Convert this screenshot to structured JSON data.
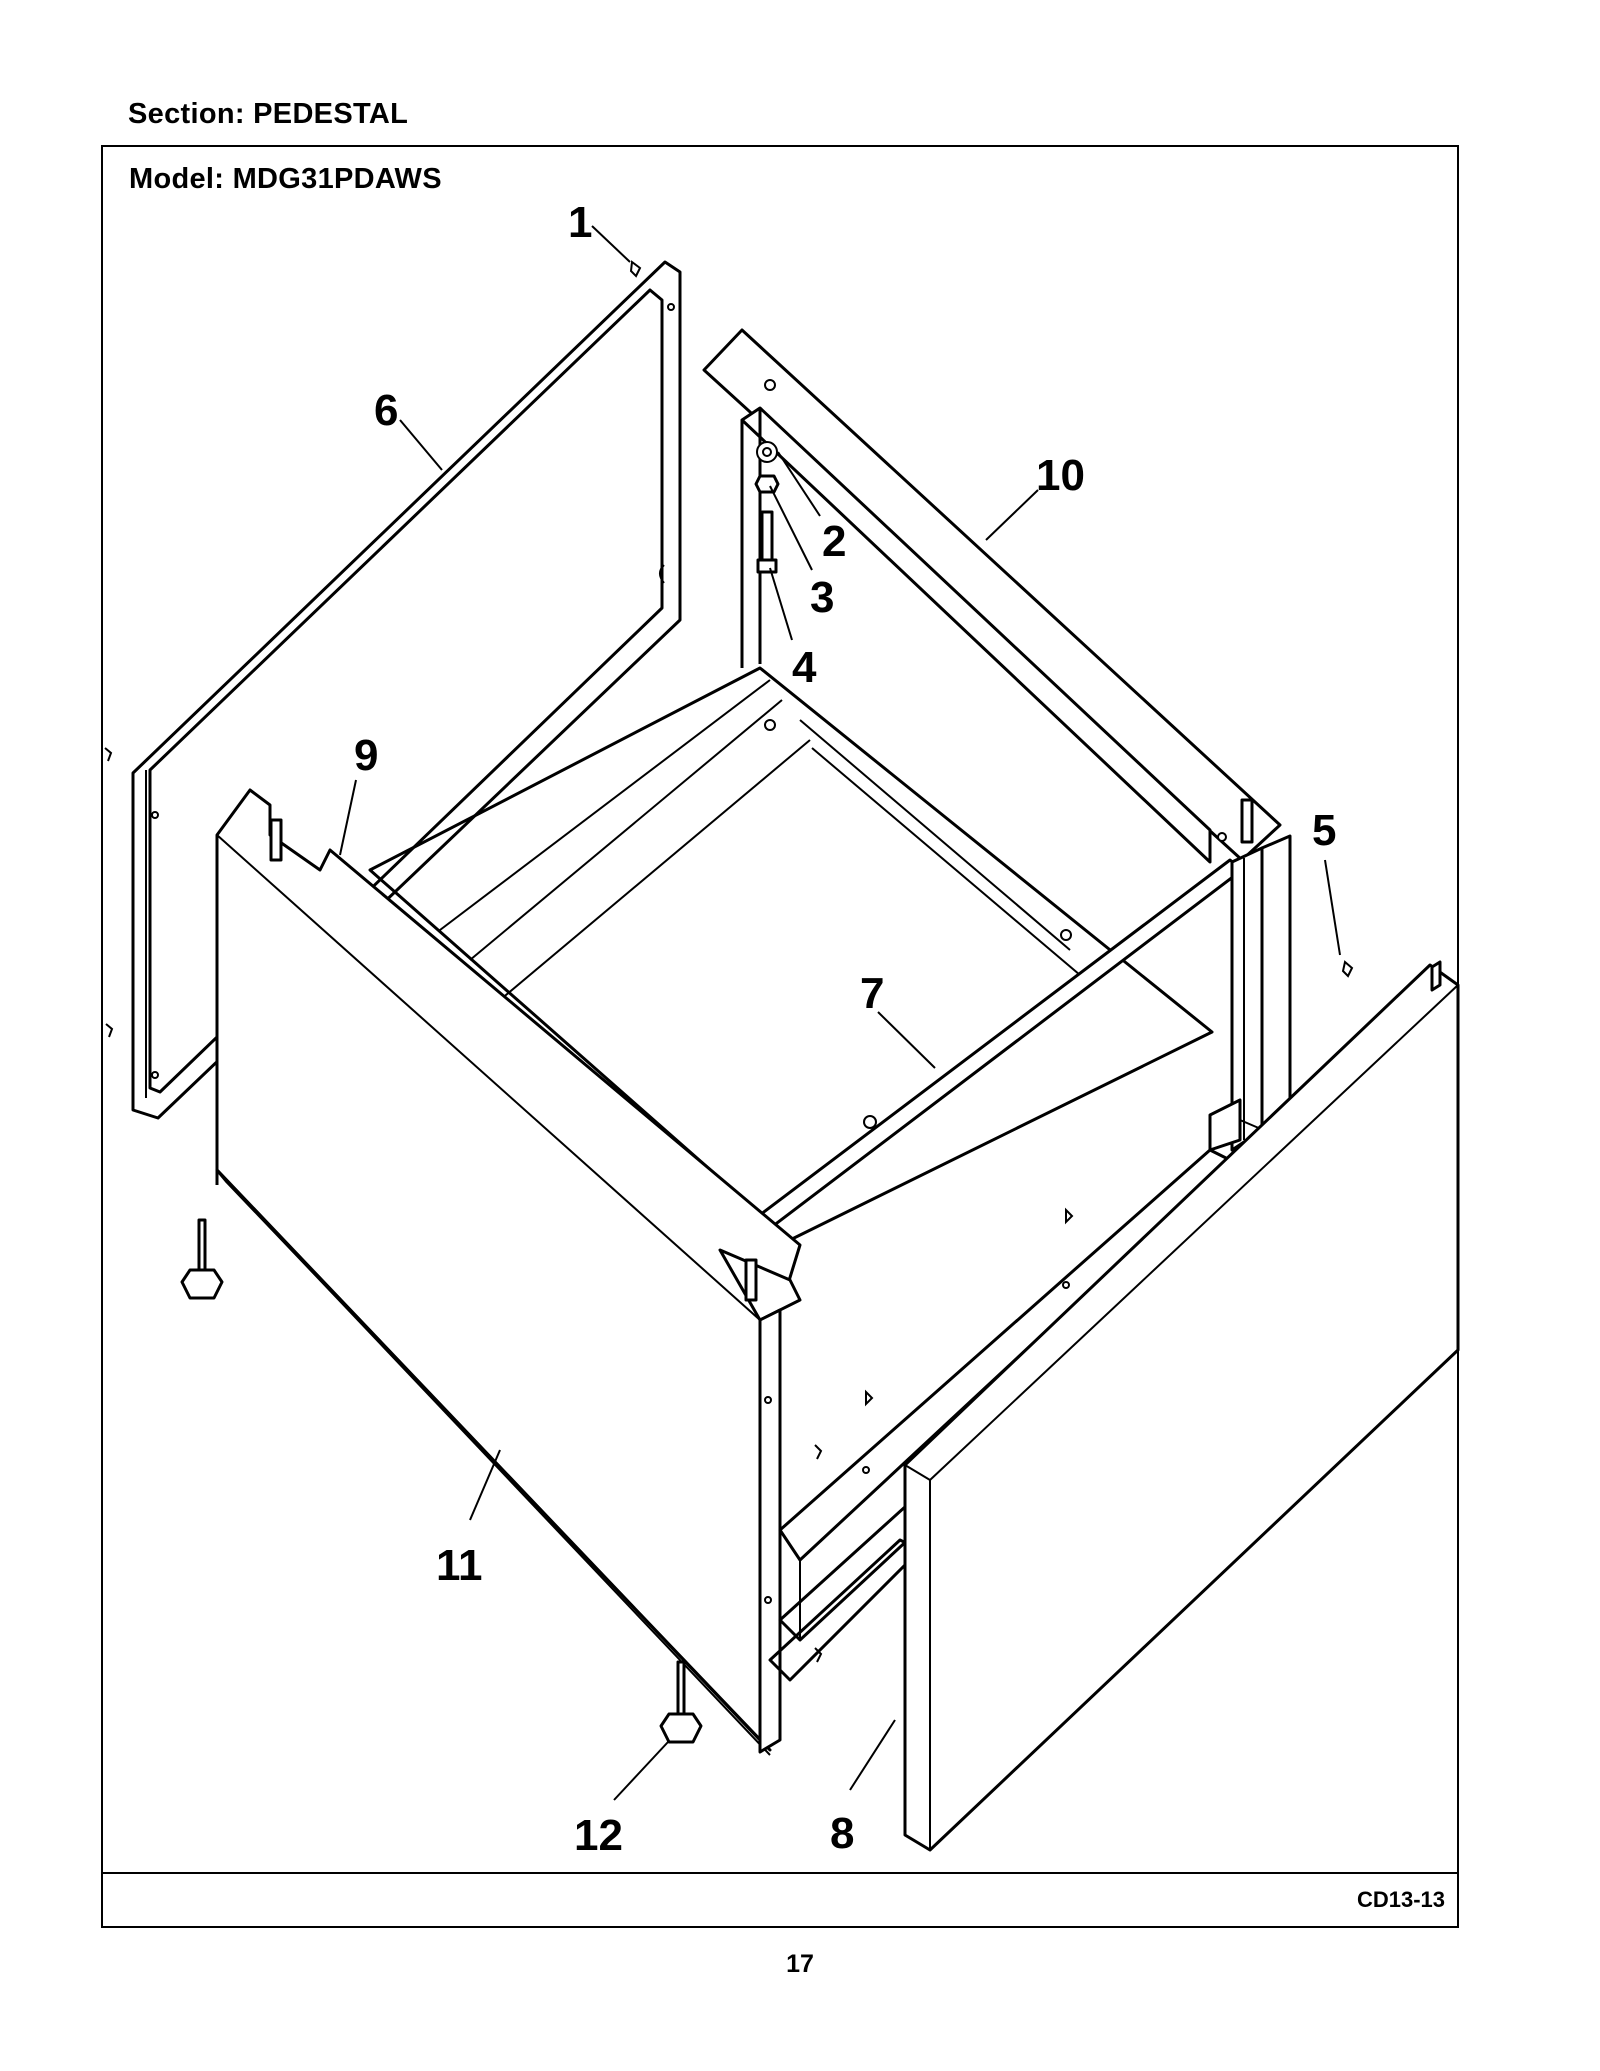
{
  "header": {
    "section_label": "Section:  PEDESTAL",
    "model_label": "Model:  MDG31PDAWS"
  },
  "footer": {
    "diagram_code": "CD13-13",
    "page_number": "17"
  },
  "callouts": {
    "c1": "1",
    "c2": "2",
    "c3": "3",
    "c4": "4",
    "c5": "5",
    "c6": "6",
    "c7": "7",
    "c8": "8",
    "c9": "9",
    "c10": "10",
    "c11": "11",
    "c12": "12"
  }
}
